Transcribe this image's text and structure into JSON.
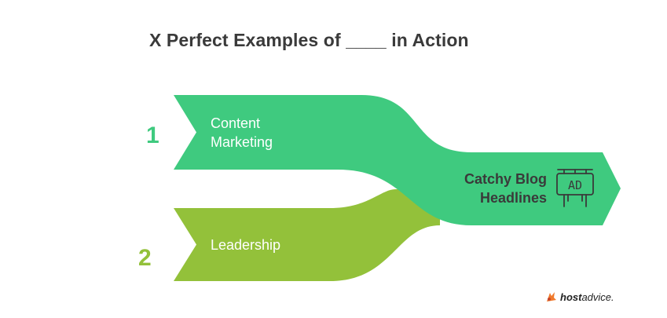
{
  "title": "X Perfect Examples of ____ in Action",
  "sources": [
    {
      "number": "1",
      "label": "Content Marketing",
      "color": "#3fca7f"
    },
    {
      "number": "2",
      "label": "Leadership",
      "color": "#93c13a"
    }
  ],
  "target": {
    "label": "Catchy Blog Headlines",
    "icon": "billboard-ad-icon",
    "icon_text": "AD",
    "color": "#3fca7f"
  },
  "brand": {
    "strong": "host",
    "rest": "advice."
  }
}
